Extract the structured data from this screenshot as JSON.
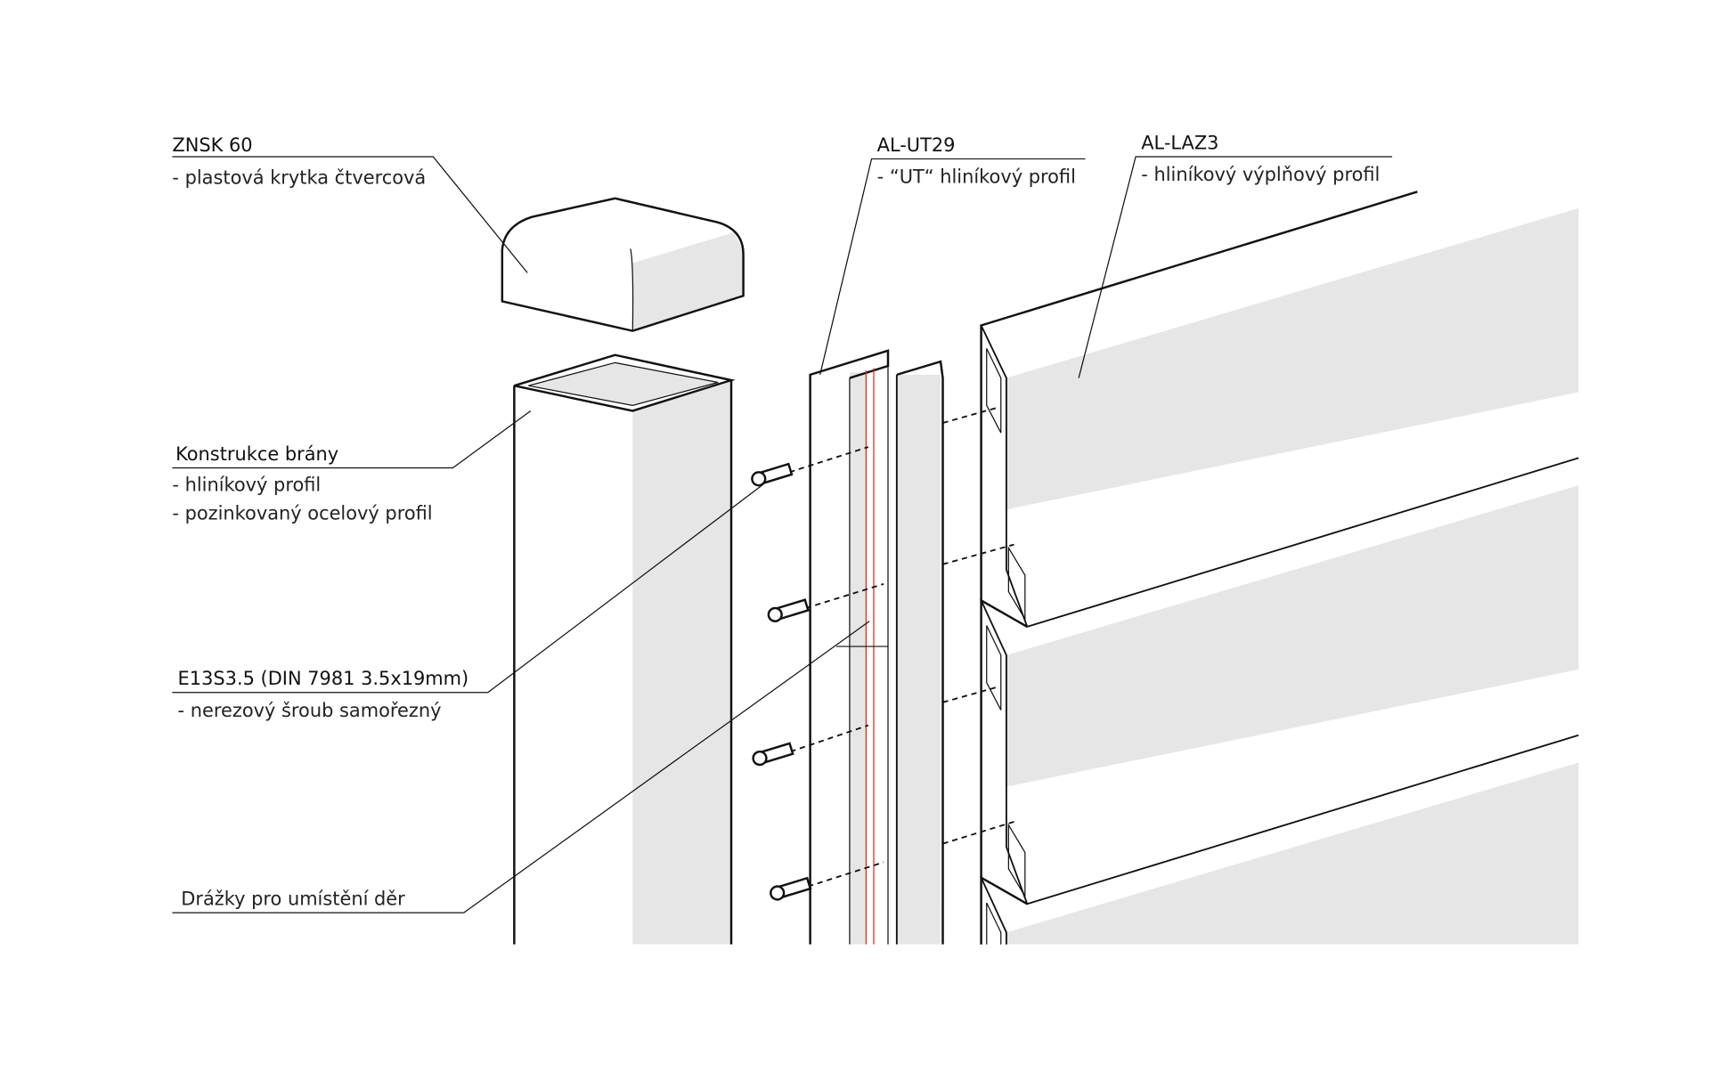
{
  "labels": {
    "cap": {
      "title": "ZNSK 60",
      "desc": "- plastová krytka čtvercová"
    },
    "post": {
      "title": "Konstrukce brány",
      "desc": [
        "- hliníkový profil",
        "- pozinkovaný ocelový profil"
      ]
    },
    "ut_profile": {
      "title": "AL-UT29",
      "desc": "- “UT“ hliníkový profil"
    },
    "slat": {
      "title": "AL-LAZ3",
      "desc": "- hliníkový výplňový profil"
    },
    "screw": {
      "title": "E13S3.5 (DIN 7981 3.5x19mm)",
      "desc": "- nerezový šroub samořezný"
    },
    "grooves": {
      "title": "Drážky pro umístění děr"
    }
  },
  "colors": {
    "shade": "#e6e6e6",
    "line": "#111111",
    "groove": "#d03020"
  }
}
